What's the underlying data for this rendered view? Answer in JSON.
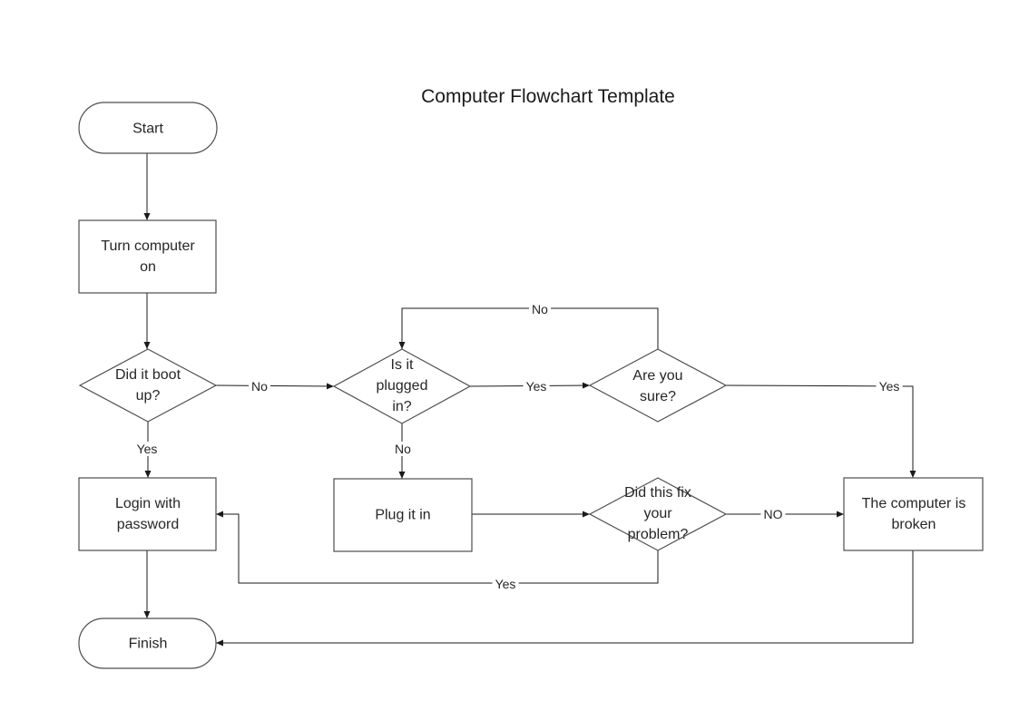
{
  "title": "Computer Flowchart Template",
  "colors": {
    "background": "#ffffff",
    "shape_stroke": "#4d4d4d",
    "line_stroke": "#1a1a1a",
    "text": "#262626"
  },
  "nodes": [
    {
      "id": "start",
      "type": "terminator",
      "label": "Start"
    },
    {
      "id": "turn-computer-on",
      "type": "process",
      "label": "Turn computer on"
    },
    {
      "id": "did-it-boot-up",
      "type": "decision",
      "label": "Did it boot up?"
    },
    {
      "id": "is-it-plugged-in",
      "type": "decision",
      "label": "Is it plugged in?"
    },
    {
      "id": "are-you-sure",
      "type": "decision",
      "label": "Are you sure?"
    },
    {
      "id": "login-with-password",
      "type": "process",
      "label": "Login with password"
    },
    {
      "id": "plug-it-in",
      "type": "process",
      "label": "Plug it in"
    },
    {
      "id": "did-this-fix-your-problem",
      "type": "decision",
      "label": "Did this fix your problem?"
    },
    {
      "id": "the-computer-is-broken",
      "type": "process",
      "label": "The computer is broken"
    },
    {
      "id": "finish",
      "type": "terminator",
      "label": "Finish"
    }
  ],
  "edge_labels": [
    {
      "from": "did-it-boot-up",
      "to": "is-it-plugged-in",
      "label": "No"
    },
    {
      "from": "did-it-boot-up",
      "to": "login-with-password",
      "label": "Yes"
    },
    {
      "from": "is-it-plugged-in",
      "to": "are-you-sure",
      "label": "Yes"
    },
    {
      "from": "is-it-plugged-in",
      "to": "plug-it-in",
      "label": "No"
    },
    {
      "from": "are-you-sure",
      "to": "is-it-plugged-in",
      "label": "No"
    },
    {
      "from": "are-you-sure",
      "to": "the-computer-is-broken",
      "label": "Yes"
    },
    {
      "from": "did-this-fix-your-problem",
      "to": "the-computer-is-broken",
      "label": "NO"
    },
    {
      "from": "did-this-fix-your-problem",
      "to": "login-with-password",
      "label": "Yes"
    }
  ]
}
